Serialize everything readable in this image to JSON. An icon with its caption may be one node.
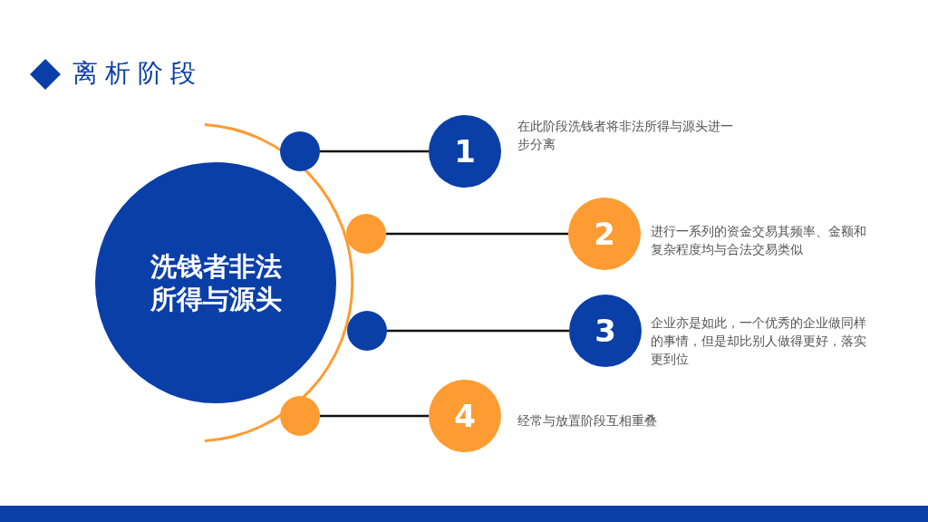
{
  "diagram": {
    "title": "离析阶段",
    "nodes": [
      {
        "text": [
          "洗钱者非法所得与源头"
        ]
      },
      {
        "text": [],
        "shape": "circle"
      },
      {
        "text": [
          "1"
        ],
        "beside": [
          "在此阶段洗钱者将非法所得与源头进一步分离"
        ]
      },
      {
        "text": [],
        "shape": "circle"
      },
      {
        "text": [
          "2"
        ],
        "beside": [
          "进行一系列的资金交易其频率、金额和复杂程度均与合法交易类似"
        ]
      },
      {
        "text": [],
        "shape": "circle"
      },
      {
        "text": [
          "3"
        ],
        "beside": [
          "企业亦是如此，一个优秀的企业做同样的事情，但是却比别人做得更好，落实更到位"
        ]
      },
      {
        "text": [],
        "shape": "circle"
      },
      {
        "text": [
          "4"
        ],
        "beside": [
          "经常与放置阶段互相重叠"
        ]
      }
    ],
    "edges": [
      {
        "from": 1,
        "to": 2,
        "arrow": "none"
      },
      {
        "from": 3,
        "to": 4,
        "arrow": "none"
      },
      {
        "from": 5,
        "to": 6,
        "arrow": "none"
      },
      {
        "from": 7,
        "to": 8,
        "arrow": "none"
      }
    ]
  }
}
